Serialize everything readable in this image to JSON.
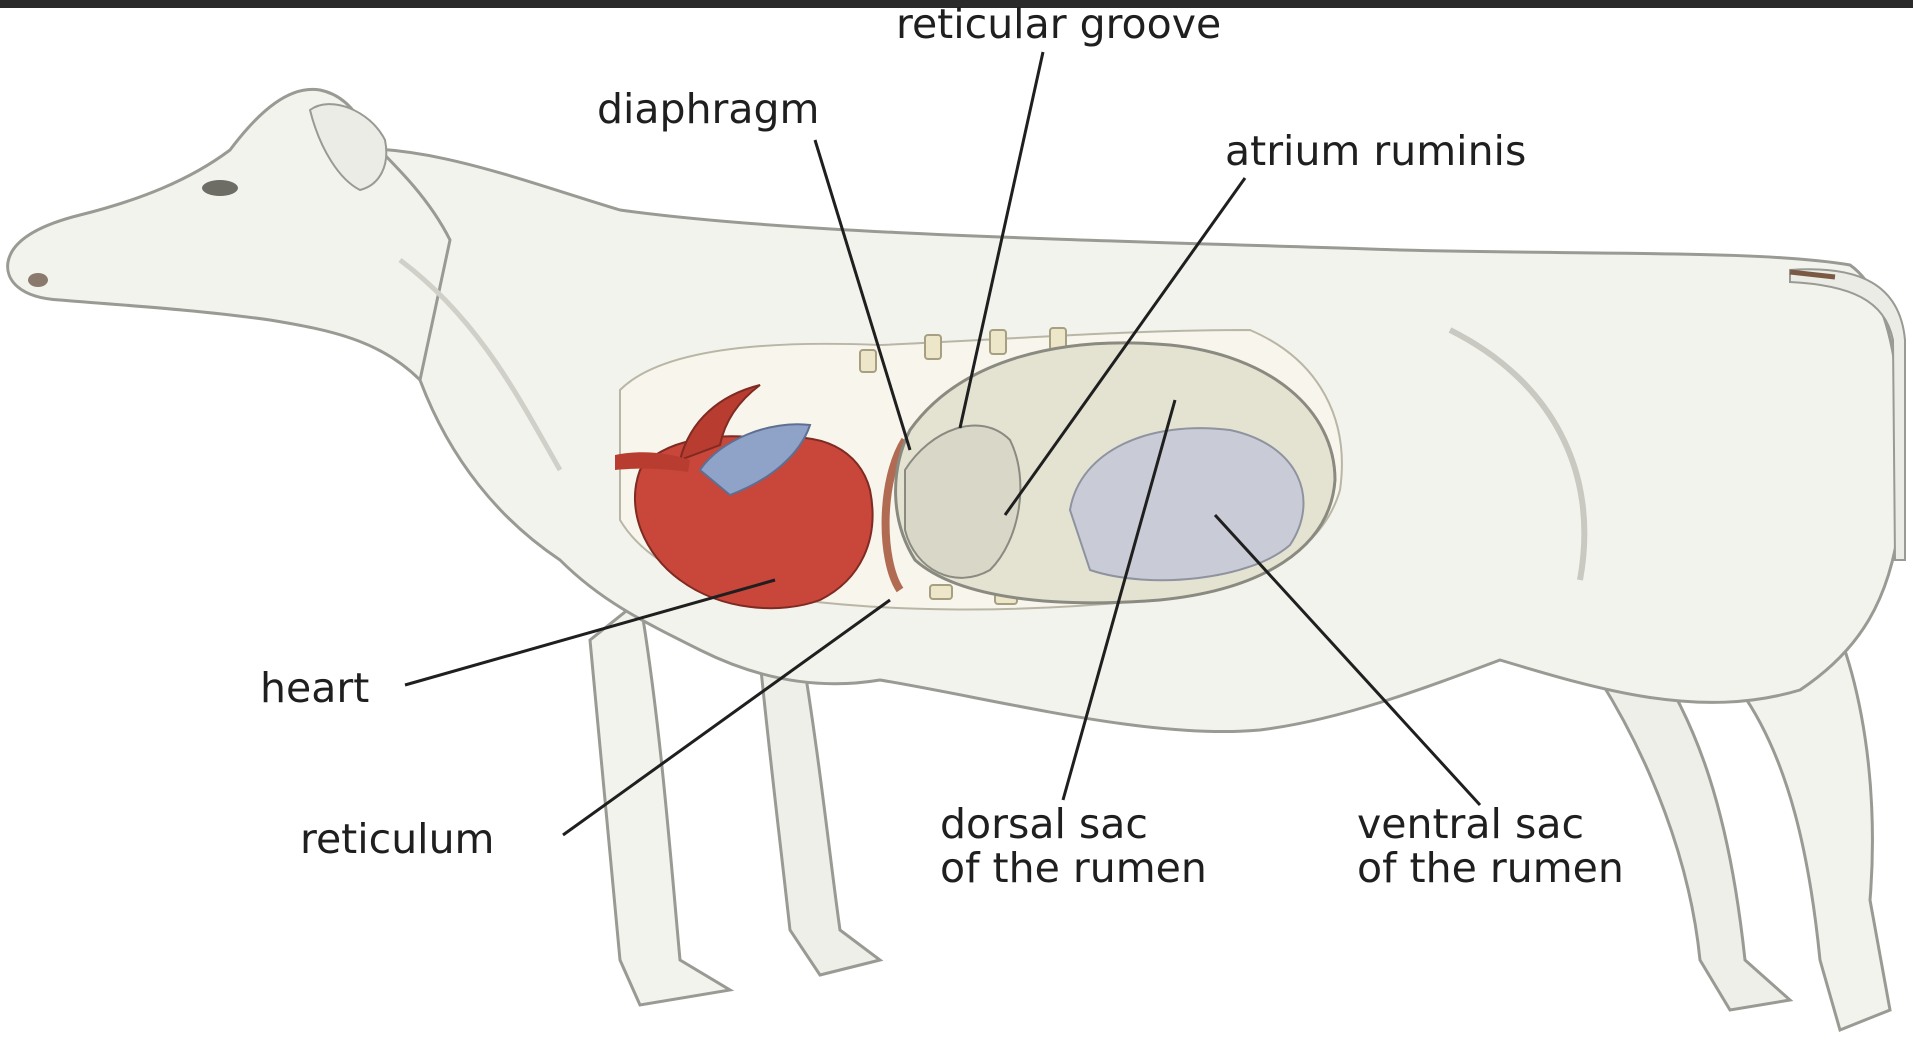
{
  "labels": {
    "reticular_groove": "reticular groove",
    "diaphragm": "diaphragm",
    "atrium_ruminis": "atrium ruminis",
    "heart": "heart",
    "reticulum": "reticulum",
    "dorsal_sac_line1": "dorsal sac",
    "dorsal_sac_line2": "of the rumen",
    "ventral_sac_line1": "ventral sac",
    "ventral_sac_line2": "of the rumen"
  },
  "colors": {
    "background": "#ffffff",
    "top_bar": "#2a2a2a",
    "cow_fill": "#f3f3ee",
    "cow_outline": "#9a9a94",
    "heart_red": "#c8463a",
    "vessel_blue": "#8fa3c9",
    "rumen_fill": "#e4e3d2",
    "rumen_shade": "#c9ccd6",
    "rib_fill": "#ede6c9",
    "leader_line": "#1f1f1f",
    "text": "#1f1f1f"
  }
}
